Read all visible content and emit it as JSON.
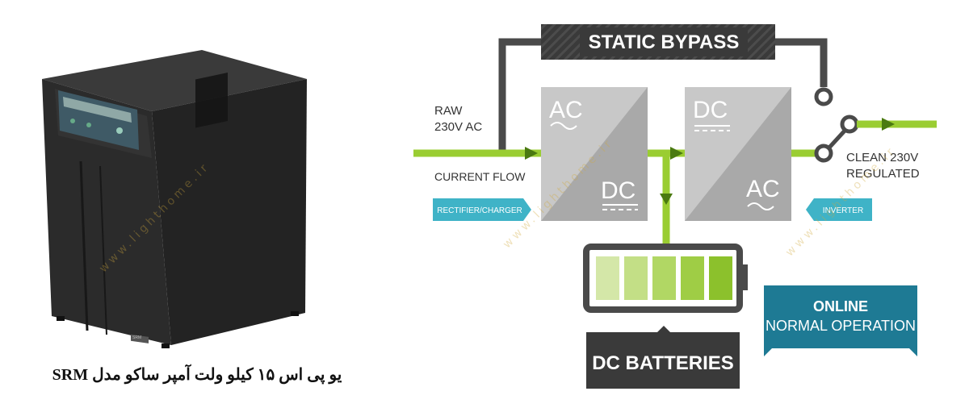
{
  "product": {
    "caption": "یو پی اس ۱۵ کیلو ولت آمپر ساکو مدل SRM",
    "brand_plate": "SRM"
  },
  "diagram": {
    "static_bypass": "STATIC BYPASS",
    "input_label_line1": "RAW",
    "input_label_line2": "230V AC",
    "current_flow": "CURRENT FLOW",
    "rectifier_tag": "RECTIFIER/CHARGER",
    "rectifier_top": "AC",
    "rectifier_bottom": "DC",
    "inverter_top": "DC",
    "inverter_bottom": "AC",
    "inverter_tag": "INVERTER",
    "output_label_line1": "CLEAN 230V",
    "output_label_line2": "REGULATED",
    "batteries": "DC BATTERIES",
    "mode_line1": "ONLINE",
    "mode_line2": "NORMAL OPERATION"
  },
  "watermark": "www.lighthome.ir",
  "colors": {
    "flow_green": "#9acd32",
    "line_gray": "#4a4a4a",
    "box_gray": "#c8c8c8",
    "teal": "#1e7a94",
    "tag_teal": "#3fb3c7"
  },
  "battery_cells": 5
}
